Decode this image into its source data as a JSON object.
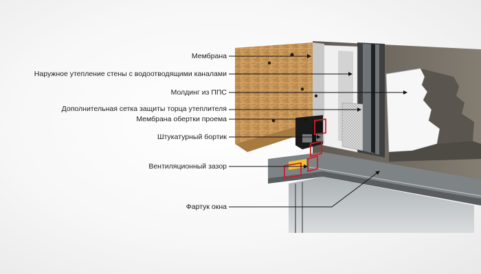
{
  "labels": {
    "membrane": "Мембрана",
    "outer_insulation": "Наружное утепление стены с водоотводящими каналами",
    "eps_molding": "Молдинг из ППС",
    "edge_mesh": "Дополнительная сетка защиты торца утеплителя",
    "opening_membrane": "Мембрана обертки проема",
    "plaster_bead": "Штукатурный бортик",
    "vent_gap": "Вентиляционный зазор",
    "window_apron": "Фартук окна"
  },
  "colors": {
    "osb": "#c89a5e",
    "insulation": "#e6e6e6",
    "plaster": "#6c665e",
    "window_frame": "#8a8f93",
    "highlight_red": "#cc1f2a",
    "membrane_yellow": "#f2c230"
  }
}
